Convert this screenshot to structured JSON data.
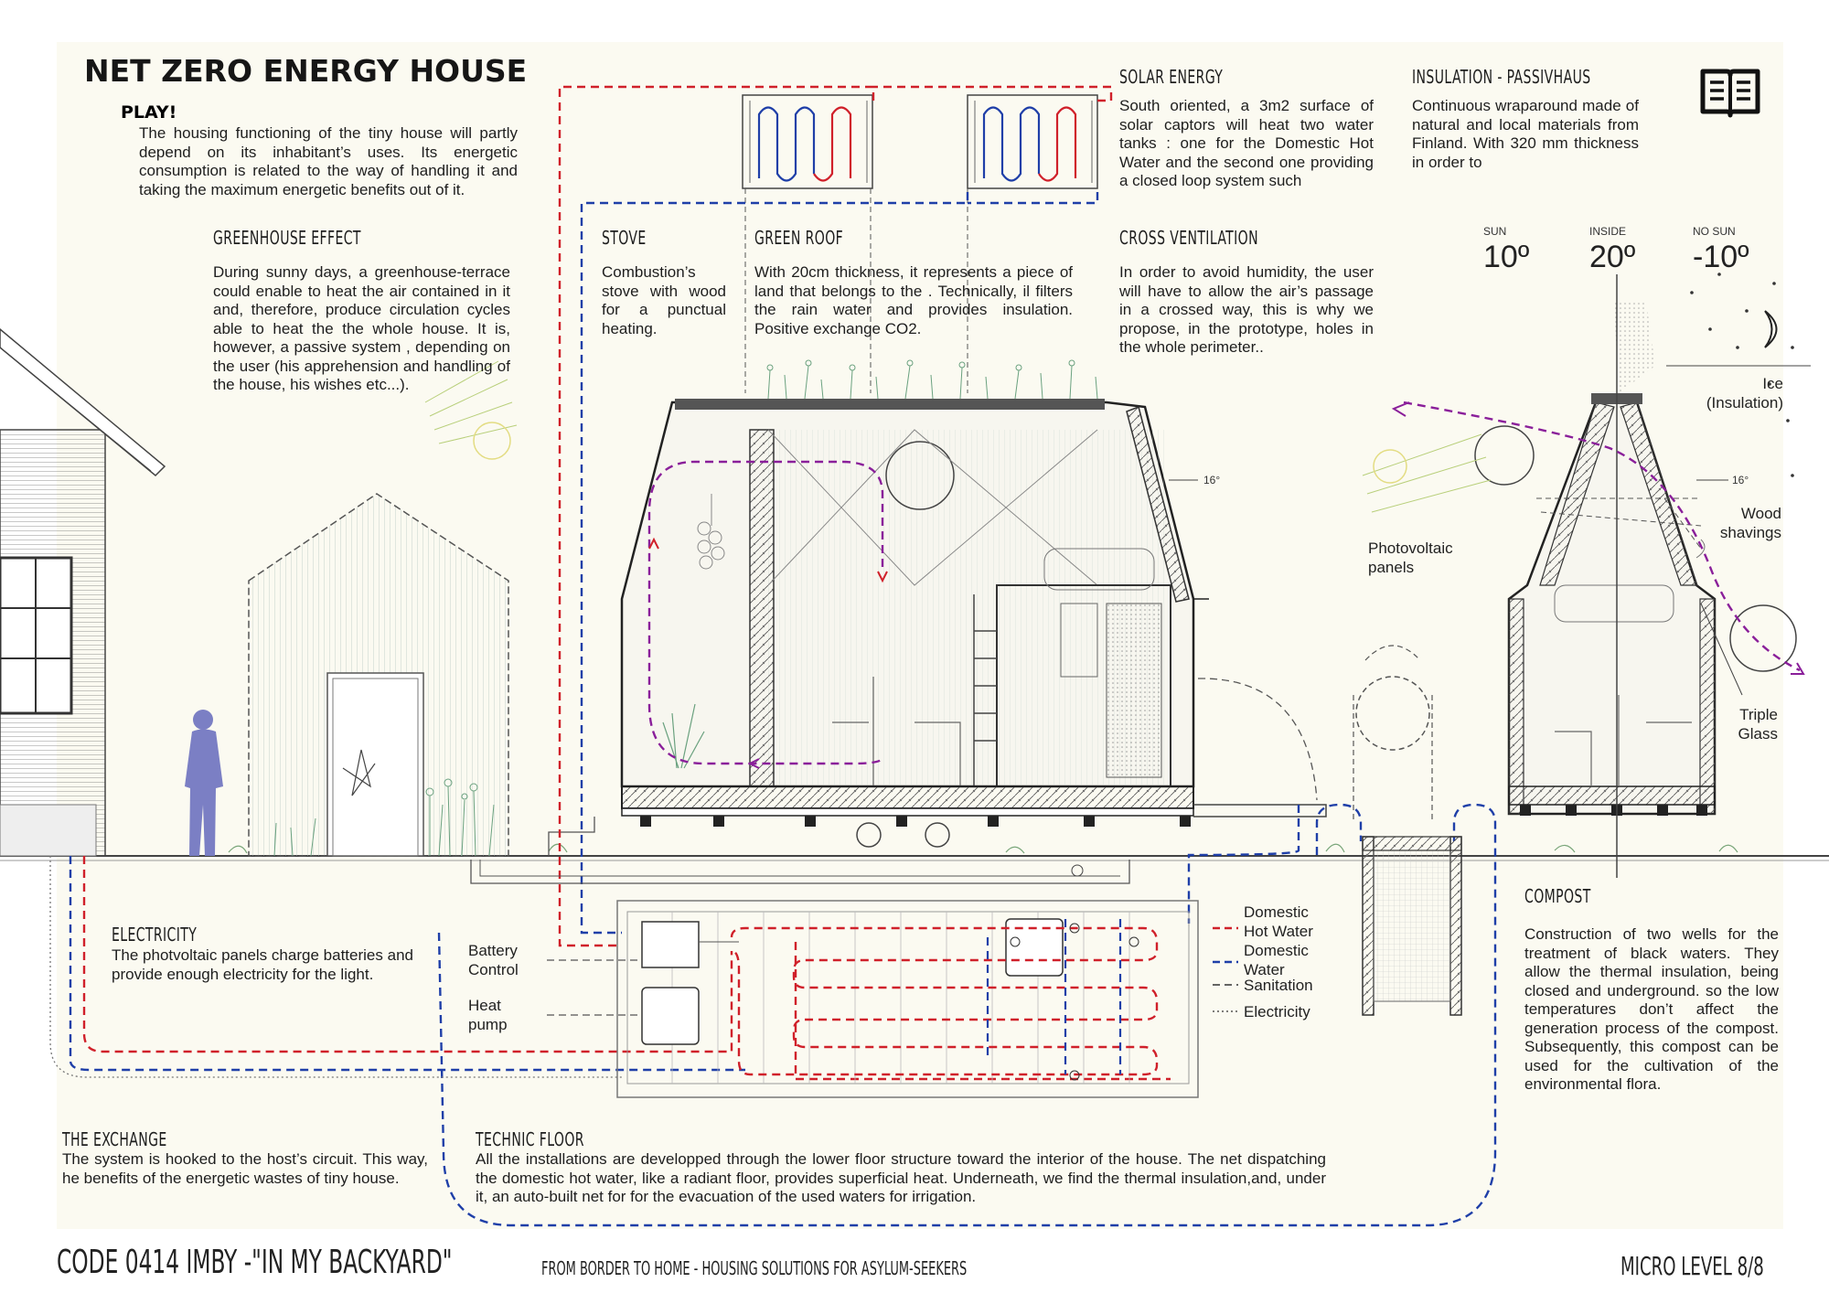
{
  "header": {
    "title": "NET ZERO ENERGY HOUSE",
    "play": "PLAY!",
    "intro": "The housing functioning of the tiny house will partly depend on its inhabitant’s uses. Its energetic consumption is related to the way of handling it and taking the maximum energetic benefits out of it."
  },
  "sections": {
    "greenhouse": {
      "title": "GREENHOUSE EFFECT",
      "body": "During sunny days, a greenhouse-terrace could enable to heat the air contained in it and, therefore, produce circulation cycles able to heat the the whole house. It is, however, a passive system , depending on the user (his apprehension  and handling of the house, his wishes etc...)."
    },
    "stove": {
      "title": "STOVE",
      "body": "Combustion’s stove with wood for a punctual heating."
    },
    "green_roof": {
      "title": "GREEN ROOF",
      "body": "With 20cm thickness, it represents a piece of land that belongs to the . Technically, il filters the rain water and provides insulation. Positive exchange CO2."
    },
    "solar": {
      "title": "SOLAR ENERGY",
      "body": "South oriented, a 3m2 surface of solar captors will heat two water tanks : one for the Domestic Hot Water and the second one  providing  a closed loop system such"
    },
    "cross": {
      "title": "CROSS VENTILATION",
      "body": "In order to avoid humidity, the user will have to allow the air’s passage in a crossed way, this is why we propose, in the prototype, holes in the whole perimeter.."
    },
    "insulation": {
      "title": "INSULATION - PASSIVHAUS",
      "body": "Continuous wraparound made of natural and local materials from Finland. With 320 mm thickness in order to"
    },
    "electricity": {
      "title": "ELECTRICITY",
      "body": "The photvoltaic panels charge batteries and provide enough electricity for the light."
    },
    "compost": {
      "title": "COMPOST",
      "body": "Construction of two wells for the treatment of black waters. They allow the thermal  insulation, being closed and underground.  so the low temperatures don’t affect the generation process of the compost. Subsequently, this compost can be used for the cultivation of the environmental flora."
    },
    "exchange": {
      "title": "THE EXCHANGE",
      "body": "The system is hooked to the host’s circuit. This way, he benefits of the energetic wastes of tiny house."
    },
    "technic": {
      "title": "TECHNIC   FLOOR",
      "body": "All the installations are developped through the  lower floor structure toward the interior of the house. The net dispatching the domestic hot water,  like a radiant floor, provides superficial heat. Underneath, we find the thermal insulation,and, under it, an auto-built net for for the evacuation of the used waters for irrigation."
    }
  },
  "temperatures": [
    {
      "label": "SUN",
      "value": "10º"
    },
    {
      "label": "INSIDE",
      "value": "20º"
    },
    {
      "label": "NO SUN",
      "value": "-10º"
    }
  ],
  "labels": {
    "photovoltaic": "Photovoltaic panels",
    "ice": "Ice (Insulation)",
    "wood": "Wood shavings",
    "triple": "Triple Glass",
    "angle": "16°",
    "battery": "Battery Control",
    "heat_pump": "Heat pump"
  },
  "legend": [
    {
      "label": "Domestic Hot Water",
      "color": "#d0202a",
      "style": "dashed"
    },
    {
      "label": "Domestic Water",
      "color": "#1f3fa8",
      "style": "dashed"
    },
    {
      "label": "Sanitation",
      "color": "#333333",
      "style": "dashed"
    },
    {
      "label": "Electricity",
      "color": "#333333",
      "style": "dashed"
    }
  ],
  "footer": {
    "code": "CODE 0414  IMBY -\"IN MY BACKYARD\"",
    "subtitle": "FROM BORDER TO HOME - HOUSING SOLUTIONS FOR ASYLUM-SEEKERS",
    "level": "MICRO LEVEL  8/8"
  },
  "colors": {
    "hot": "#d0202a",
    "cold": "#1f3fa8",
    "air": "#8a1f9a",
    "figure": "#7b7fc4",
    "paper": "#fbfaf1"
  },
  "icons": [
    "book-icon",
    "sun-icon",
    "moon-icon"
  ]
}
